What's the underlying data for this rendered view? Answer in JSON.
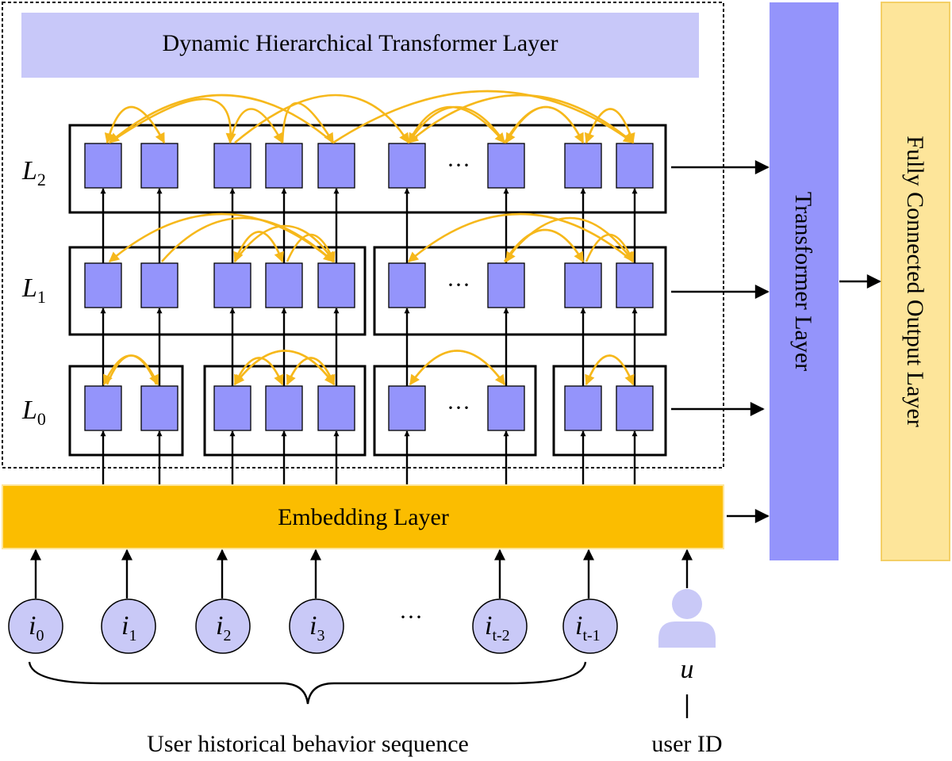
{
  "labels": {
    "dht_layer": "Dynamic Hierarchical Transformer Layer",
    "transformer_layer": "Transformer Layer",
    "fc_output_layer": "Fully Connected Output Layer",
    "embedding_layer": "Embedding Layer",
    "behavior_sequence": "User historical behavior sequence",
    "user_id": "user ID",
    "user_symbol": "u",
    "ellipsis": "···"
  },
  "levels": [
    {
      "letter": "L",
      "sub": "2"
    },
    {
      "letter": "L",
      "sub": "1"
    },
    {
      "letter": "L",
      "sub": "0"
    }
  ],
  "items": [
    {
      "letter": "i",
      "sub": "0"
    },
    {
      "letter": "i",
      "sub": "1"
    },
    {
      "letter": "i",
      "sub": "2"
    },
    {
      "letter": "i",
      "sub": "3"
    },
    {
      "letter": "i",
      "sub": "t-2"
    },
    {
      "letter": "i",
      "sub": "t-1"
    }
  ],
  "colors": {
    "dht_header": "#c8c8f9",
    "transformer_bar": "#9494fb",
    "fc_bar": "#fde59a",
    "embedding_bar": "#fbbd00",
    "node": "#9494fb",
    "attention_arrow": "#f6b81b",
    "item_circle": "#c9c9f7",
    "user_icon": "#c9c9f7"
  }
}
